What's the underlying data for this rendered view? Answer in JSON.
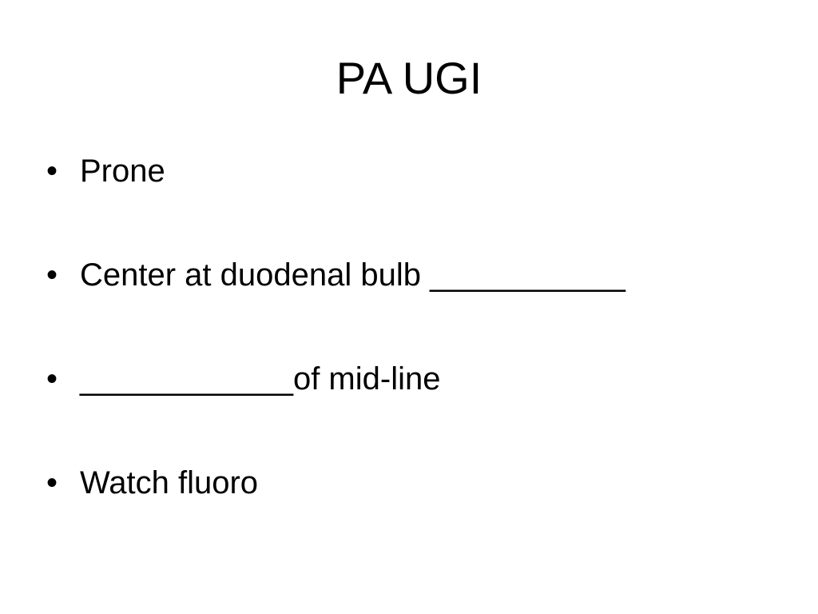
{
  "slide": {
    "title": "PA UGI",
    "bullet_symbol": "•",
    "bullets": [
      "Prone",
      "Center at duodenal bulb ___________",
      "____________of mid-line",
      "Watch fluoro"
    ]
  }
}
